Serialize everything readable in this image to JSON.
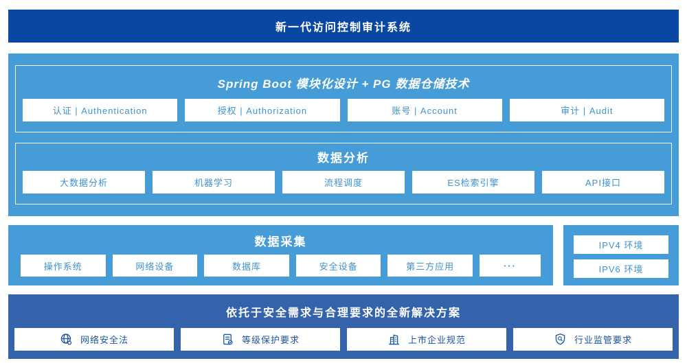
{
  "page": {
    "title": "新一代访问控制审计系统"
  },
  "platform": {
    "modules": {
      "title": "Spring Boot 模块化设计 + PG 数据仓储技术",
      "items": [
        "认证 | Authentication",
        "授权 | Authorization",
        "账号 | Account",
        "审计 | Audit"
      ]
    },
    "analysis": {
      "title": "数据分析",
      "items": [
        "大数据分析",
        "机器学习",
        "流程调度",
        "ES检索引擎",
        "API接口"
      ]
    }
  },
  "collection": {
    "title": "数据采集",
    "items": [
      "操作系统",
      "网络设备",
      "数据库",
      "安全设备",
      "第三方应用",
      "···"
    ]
  },
  "environment": {
    "items": [
      "IPV4 环境",
      "IPV6 环境"
    ]
  },
  "solution": {
    "title": "依托于安全需求与合理要求的全新解决方案",
    "items": [
      {
        "icon": "globe-icon",
        "label": "网络安全法"
      },
      {
        "icon": "document-check-icon",
        "label": "等级保护要求"
      },
      {
        "icon": "building-icon",
        "label": "上市企业规范"
      },
      {
        "icon": "shield-search-icon",
        "label": "行业监管要求"
      }
    ]
  },
  "colors": {
    "deep_blue": "#0a47a2",
    "solution_blue": "#3463ac",
    "light_blue": "#469cd6",
    "light_box_text": "#3f92d1",
    "dark_box_text": "#1d55a1",
    "box_background": "#ffffff"
  }
}
